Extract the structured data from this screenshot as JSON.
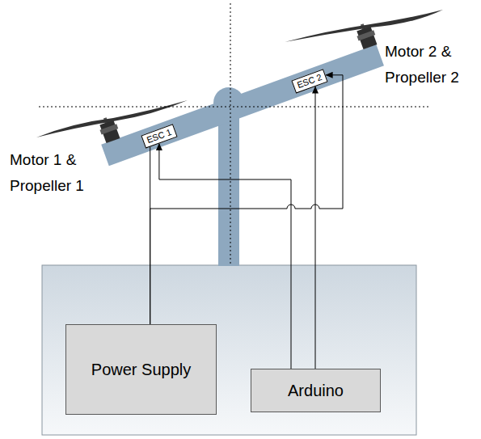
{
  "diagram": {
    "nodes": [
      {
        "text": [
          "ESC 1"
        ]
      },
      {
        "text": [
          "ESC 2"
        ]
      },
      {
        "text": [
          "Power Supply"
        ]
      },
      {
        "text": [
          "Arduino"
        ]
      }
    ],
    "edges": [
      {
        "from": 2,
        "to": 0,
        "arrow": "none"
      },
      {
        "from": 2,
        "to": 1,
        "arrow": "to"
      },
      {
        "from": 3,
        "to": 0,
        "arrow": "to"
      },
      {
        "from": 3,
        "to": 1,
        "arrow": "to"
      }
    ],
    "labels": [
      "Motor 1 & Propeller 1",
      "Motor 2 & Propeller 2"
    ]
  }
}
